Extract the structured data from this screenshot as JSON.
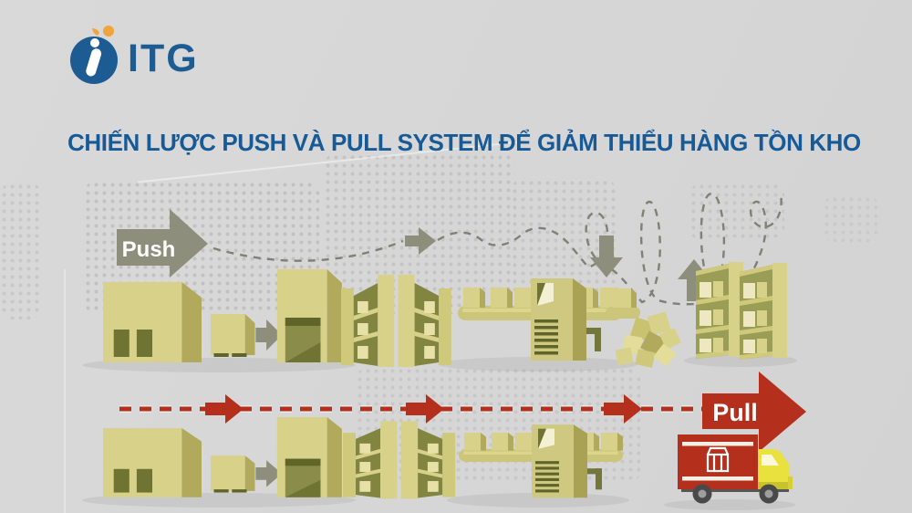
{
  "header": {
    "logo": {
      "company": "ITG"
    },
    "title": "CHIẾN LƯỢC PUSH VÀ PULL SYSTEM ĐỂ GIẢM THIỂU HÀNG TỒN KHO"
  },
  "flows": {
    "push": {
      "label": "Push"
    },
    "pull": {
      "label": "Pull"
    }
  },
  "colors": {
    "background": "#d6d6d6",
    "title_blue": "#185a96",
    "logo_blue": "#1d5c93",
    "logo_orange": "#f0a43c",
    "push_gray": "#8e8e7c",
    "flow_dash_gray": "#808076",
    "pull_red": "#b5301c",
    "building_khaki": "#d8d18a",
    "building_side": "#b1a95c",
    "building_window": "#6f7433",
    "truck_yellow": "#e8e13e"
  }
}
